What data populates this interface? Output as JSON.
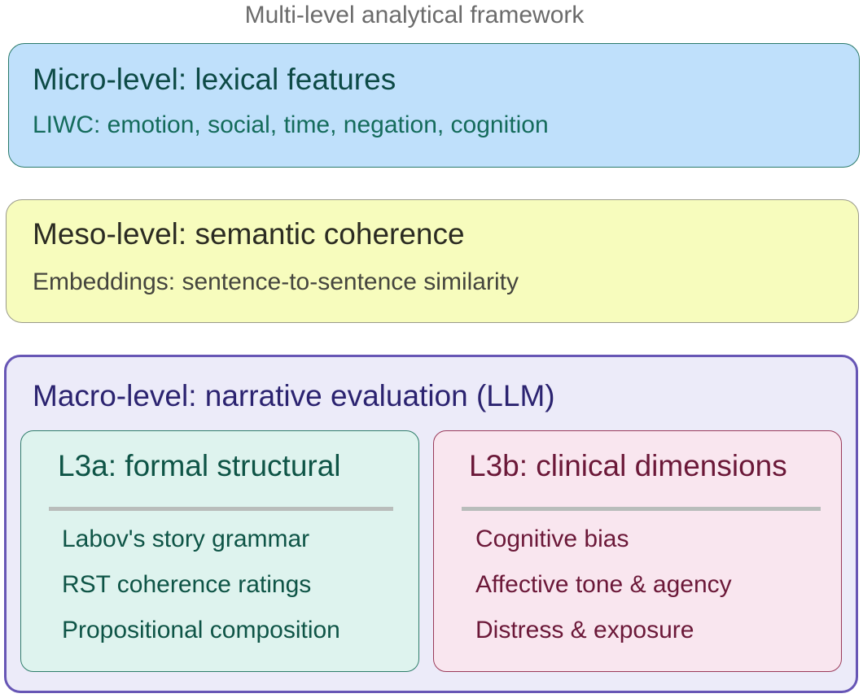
{
  "title": "Multi-level analytical framework",
  "levels": {
    "micro": {
      "title": "Micro-level: lexical features",
      "subtitle": "LIWC: emotion, social, time, negation, cognition"
    },
    "meso": {
      "title": "Meso-level: semantic coherence",
      "subtitle": "Embeddings: sentence-to-sentence similarity"
    },
    "macro": {
      "title": "Macro-level: narrative evaluation (LLM)",
      "l3a": {
        "title": "L3a: formal structural",
        "items": [
          "Labov's story grammar",
          "RST coherence ratings",
          "Propositional composition"
        ]
      },
      "l3b": {
        "title": "L3b: clinical dimensions",
        "items": [
          "Cognitive bias",
          "Affective tone & agency",
          "Distress & exposure"
        ]
      }
    }
  },
  "colors": {
    "micro_fill": "#bfe0fb",
    "meso_fill": "#f7fcbd",
    "macro_fill": "#ecebf9",
    "macro_border": "#6756b5",
    "l3a_fill": "#def3ee",
    "l3b_fill": "#f9e6ef"
  }
}
